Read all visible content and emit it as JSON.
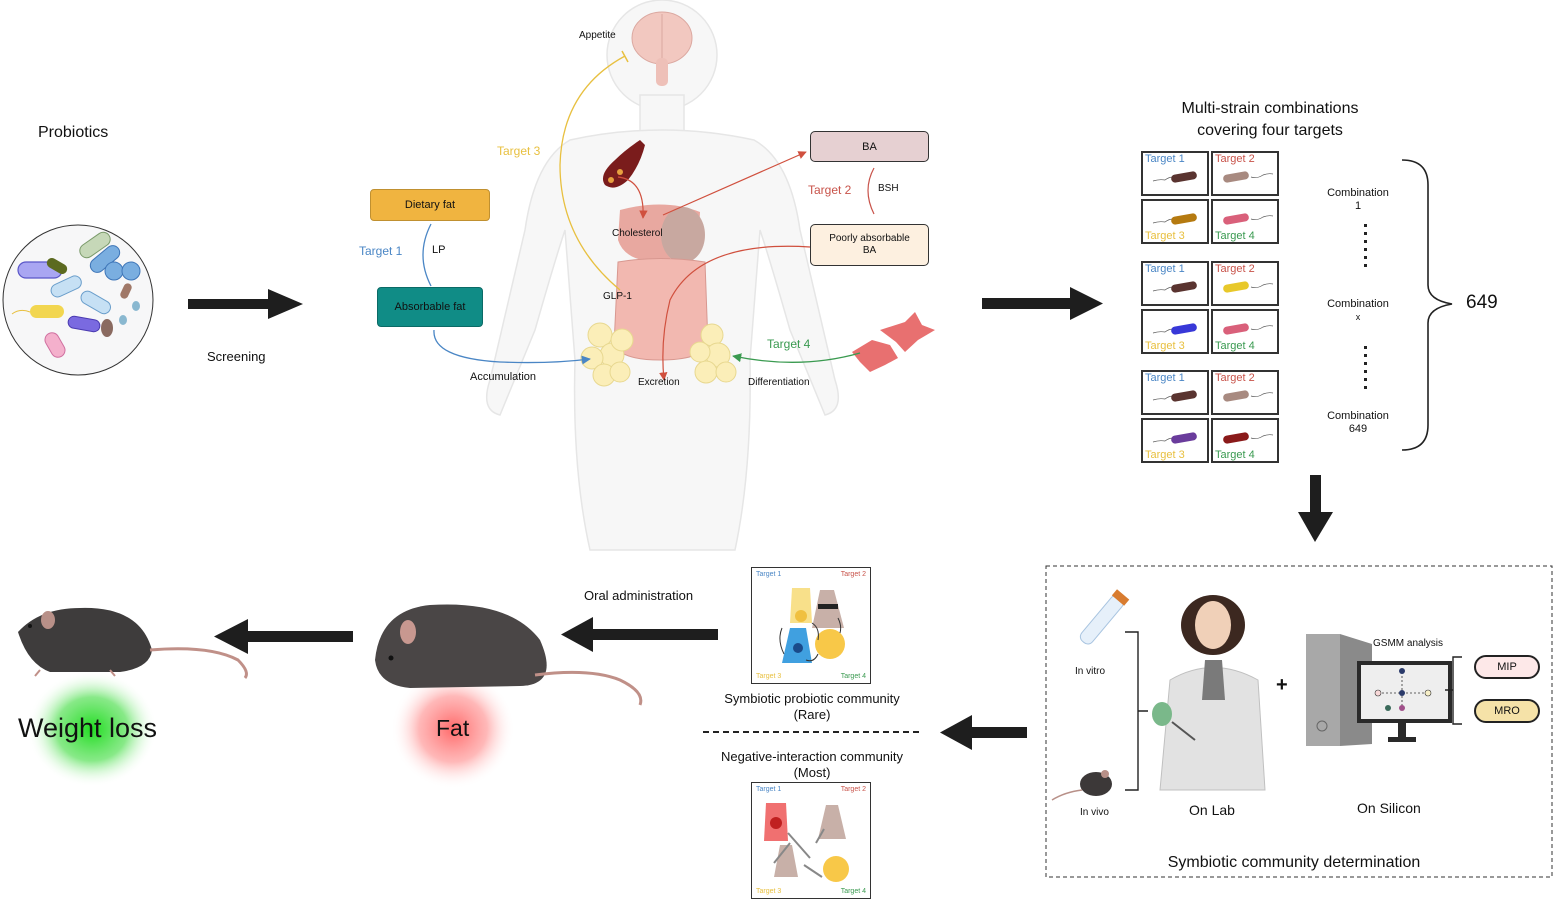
{
  "probiotics": {
    "title": "Probiotics",
    "screening_label": "Screening"
  },
  "mechanisms": {
    "dietary_fat": "Dietary fat",
    "absorbable_fat": "Absorbable fat",
    "target1_label": "Target 1",
    "lp_label": "LP",
    "accumulation_label": "Accumulation",
    "appetite_label": "Appetite",
    "target3_label": "Target 3",
    "glp1_label": "GLP-1",
    "cholesterol_label": "Cholesterol",
    "ba_label": "BA",
    "target2_label": "Target 2",
    "bsh_label": "BSH",
    "poorly_absorbable_ba": "Poorly absorbable BA",
    "excretion_label": "Excretion",
    "target4_label": "Target 4",
    "differentiation_label": "Differentiation"
  },
  "combinations": {
    "title_line1": "Multi-strain combinations",
    "title_line2": "covering four targets",
    "cell_labels": [
      "Target 1",
      "Target 2",
      "Target 3",
      "Target 4"
    ],
    "items": [
      {
        "name": "Combination",
        "index": "1",
        "strain_colors": [
          "#5a3430",
          "#a88a80",
          "#b57a10",
          "#d9607a"
        ]
      },
      {
        "name": "Combination",
        "index": "x",
        "strain_colors": [
          "#5a3430",
          "#e8c82a",
          "#3838d8",
          "#d9607a"
        ]
      },
      {
        "name": "Combination",
        "index": "649",
        "strain_colors": [
          "#5a3430",
          "#a88a80",
          "#6a3c9c",
          "#8a1a1a"
        ]
      }
    ],
    "total": "649"
  },
  "determination": {
    "title": "Symbiotic community determination",
    "in_vitro": "In vitro",
    "in_vivo": "In vivo",
    "on_lab": "On Lab",
    "plus": "+",
    "gsmm": "GSMM analysis",
    "on_silicon": "On Silicon",
    "mip": "MIP",
    "mro": "MRO"
  },
  "communities": {
    "symbiotic_title": "Symbiotic probiotic community",
    "symbiotic_sub": "(Rare)",
    "negative_title": "Negative-interaction community",
    "negative_sub": "(Most)",
    "card_labels": [
      "Target 1",
      "Target 2",
      "Target 3",
      "Target 4"
    ]
  },
  "outcome": {
    "oral_administration": "Oral administration",
    "fat_label": "Fat",
    "weight_loss_label": "Weight loss"
  },
  "colors": {
    "target1": "#4a86c5",
    "target2": "#c8534a",
    "target3": "#e8c040",
    "target4": "#3a9a50",
    "arrow": "#1e1e1e",
    "dietary_fat_fill": "#f0b440",
    "absorbable_fat_fill": "#108c86",
    "ba_fill": "#e6d0d2",
    "poorly_ba_fill": "#fdf0e0",
    "mip_fill": "#fde8e8",
    "mro_fill": "#f5e2a8"
  }
}
